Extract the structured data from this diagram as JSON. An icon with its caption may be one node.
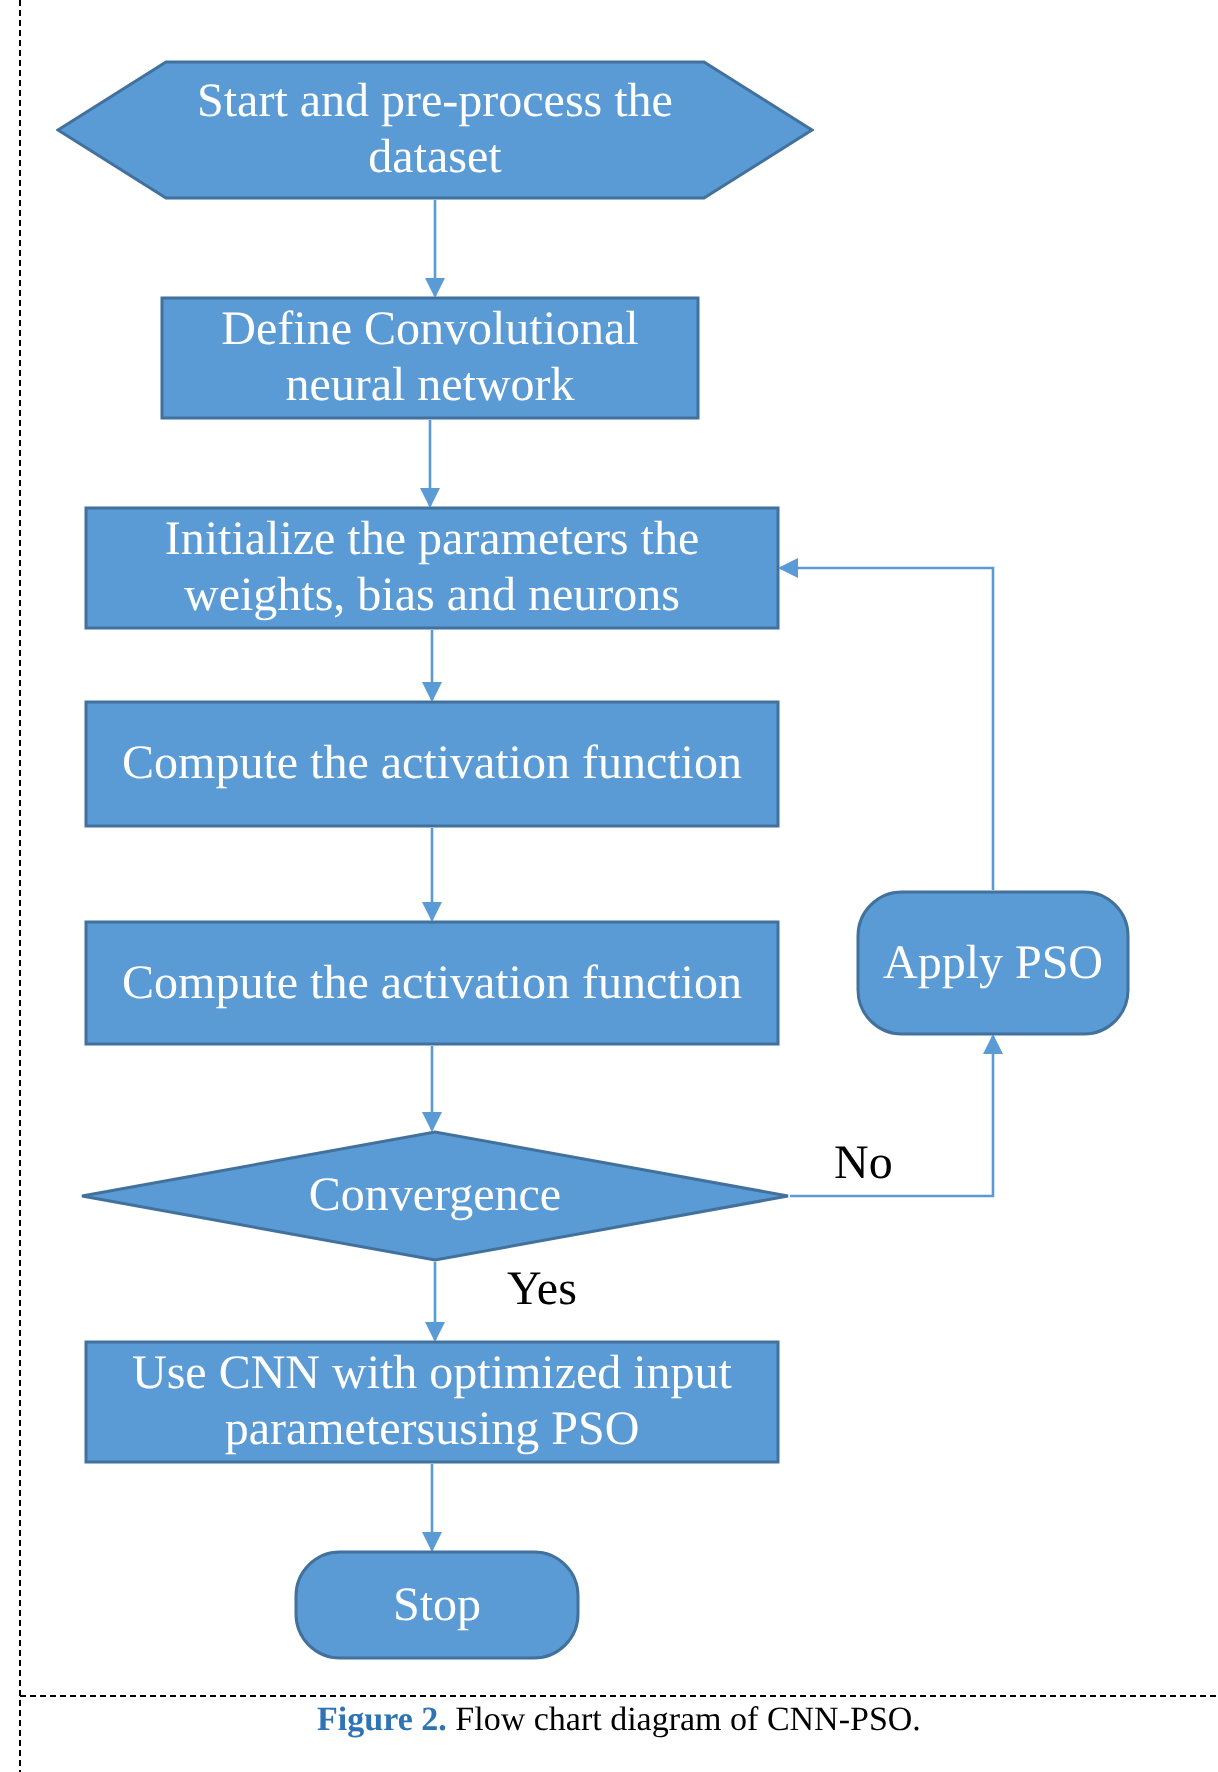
{
  "diagram": {
    "caption": "**Figure 2.** Flow chart diagram of CNN-PSO.",
    "nodes": [
      {
        "text": [
          "Start and pre-process the dataset"
        ]
      },
      {
        "text": [
          "Define Convolutional neural network"
        ]
      },
      {
        "text": [
          "Initialize the parameters the weights, bias and neurons"
        ]
      },
      {
        "text": [
          "Compute the activation function"
        ]
      },
      {
        "text": [
          "Compute the activation function"
        ]
      },
      {
        "text": [
          "Convergence"
        ]
      },
      {
        "text": [
          "Use CNN with optimized input parametersusing PSO"
        ]
      },
      {
        "text": [
          "Stop"
        ]
      },
      {
        "text": [
          "Apply PSO"
        ]
      }
    ],
    "edges": [
      {
        "from": 0,
        "to": 1,
        "arrow": "to"
      },
      {
        "from": 1,
        "to": 2,
        "arrow": "to"
      },
      {
        "from": 2,
        "to": 3,
        "arrow": "to"
      },
      {
        "from": 3,
        "to": 4,
        "arrow": "to"
      },
      {
        "from": 4,
        "to": 5,
        "arrow": "to"
      },
      {
        "from": 5,
        "to": 6,
        "arrow": "to",
        "label": "Yes"
      },
      {
        "from": 6,
        "to": 7,
        "arrow": "to"
      },
      {
        "from": 5,
        "to": 8,
        "arrow": "to",
        "label": "No"
      },
      {
        "from": 8,
        "to": 2,
        "arrow": "to"
      }
    ]
  }
}
